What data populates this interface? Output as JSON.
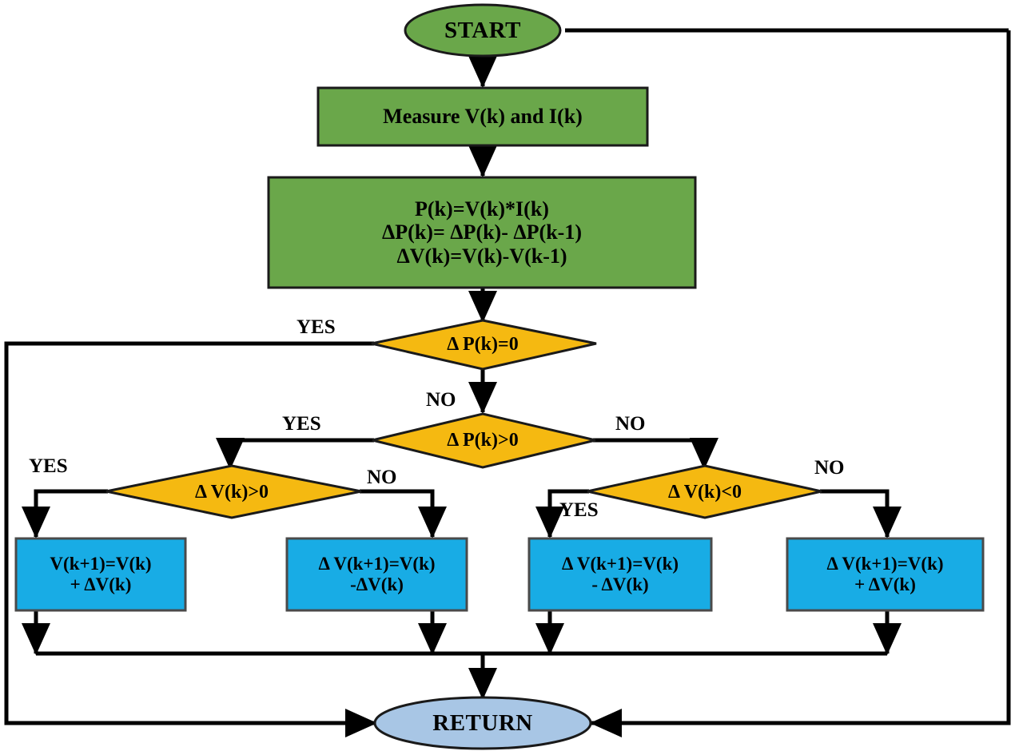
{
  "diagram": {
    "title": "Perturb and Observe MPPT Algorithm Flowchart",
    "colors": {
      "green": "#6aa74a",
      "amber": "#f5b911",
      "blue": "#18ace5",
      "light_blue": "#a8c6e5",
      "stroke": "#000000",
      "background": "#ffffff"
    }
  },
  "nodes": {
    "start": {
      "label": "START",
      "shape": "ellipse",
      "color": "#6aa74a"
    },
    "measure": {
      "label": "Measure V(k) and I(k)",
      "shape": "rect",
      "color": "#6aa74a"
    },
    "compute": {
      "shape": "rect",
      "color": "#6aa74a",
      "line1": "P(k)=V(k)*I(k)",
      "line2": "ΔP(k)= ΔP(k)- ΔP(k-1)",
      "line3": "ΔV(k)=V(k)-V(k-1)"
    },
    "decision_dp_zero": {
      "label": "Δ P(k)=0",
      "shape": "diamond",
      "color": "#f5b911"
    },
    "decision_dp_gt0": {
      "label": "Δ P(k)>0",
      "shape": "diamond",
      "color": "#f5b911"
    },
    "decision_dv_gt0": {
      "label": "Δ V(k)>0",
      "shape": "diamond",
      "color": "#f5b911"
    },
    "decision_dv_lt0": {
      "label": "Δ V(k)<0",
      "shape": "diamond",
      "color": "#f5b911"
    },
    "action1": {
      "shape": "rect",
      "color": "#18ace5",
      "line1": "V(k+1)=V(k)",
      "line2": "+ ΔV(k)"
    },
    "action2": {
      "shape": "rect",
      "color": "#18ace5",
      "line1": "Δ V(k+1)=V(k)",
      "line2": "-ΔV(k)"
    },
    "action3": {
      "shape": "rect",
      "color": "#18ace5",
      "line1": "Δ V(k+1)=V(k)",
      "line2": "- ΔV(k)"
    },
    "action4": {
      "shape": "rect",
      "color": "#18ace5",
      "line1": "Δ V(k+1)=V(k)",
      "line2": "+ ΔV(k)"
    },
    "return": {
      "label": "RETURN",
      "shape": "ellipse",
      "color": "#a8c6e5"
    }
  },
  "edge_labels": {
    "dp_zero_yes": "YES",
    "dp_zero_no": "NO",
    "dp_gt0_yes": "YES",
    "dp_gt0_no": "NO",
    "dv_gt0_yes": "YES",
    "dv_gt0_no": "NO",
    "dv_lt0_yes": "YES",
    "dv_lt0_no": "NO"
  }
}
